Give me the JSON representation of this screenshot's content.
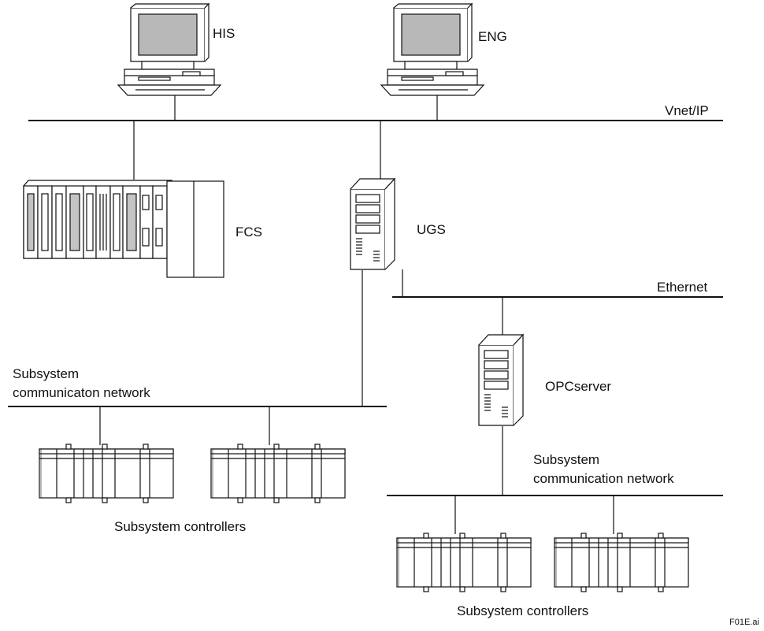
{
  "labels": {
    "his": "HIS",
    "eng": "ENG",
    "vnet": "Vnet/IP",
    "fcs": "FCS",
    "ugs": "UGS",
    "ethernet": "Ethernet",
    "opcserver": "OPCserver",
    "subsys_net_left_1": "Subsystem",
    "subsys_net_left_2": "communicaton network",
    "subsys_net_right_1": "Subsystem",
    "subsys_net_right_2": "communication network",
    "subsys_ctrl_left": "Subsystem controllers",
    "subsys_ctrl_right": "Subsystem controllers",
    "file_id": "F01E.ai"
  },
  "colors": {
    "line": "#111111",
    "screen": "#b8b8b8",
    "module": "#c4c4c4",
    "body": "#ffffff"
  }
}
